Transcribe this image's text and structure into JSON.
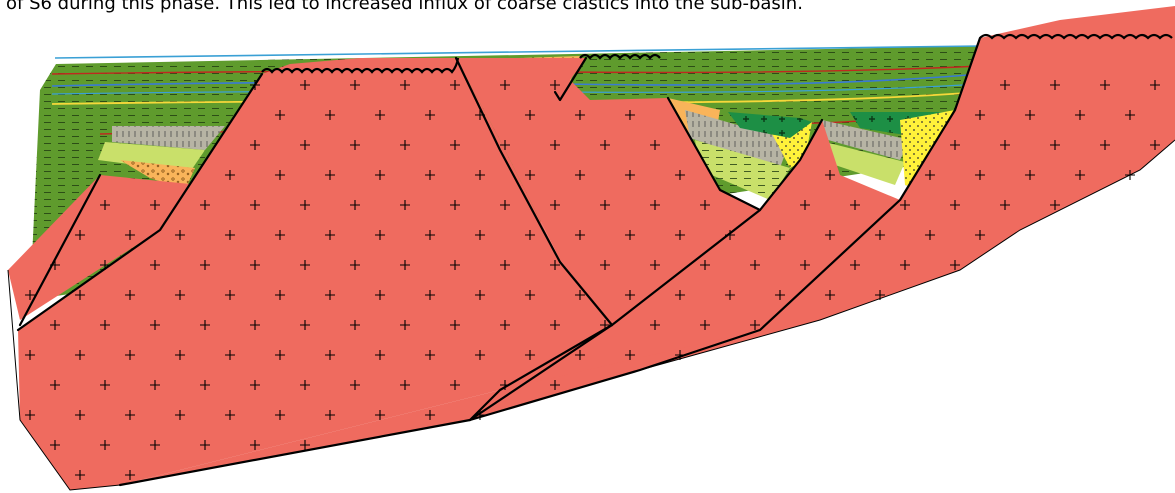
{
  "caption": "of S6 during this phase. This led to increased influx of coarse clastics into the sub-basin.",
  "colors": {
    "basement": "#ef6b5f",
    "mudstone_green": "#5f9b2d",
    "yellow_sand": "#fff23a",
    "orange_conglomerate": "#f9b45a",
    "light_green": "#c9e06a",
    "grey_slate": "#b7b4a4",
    "dark_green_volcanic": "#1d8f45",
    "sea_line": "#3aa0d5",
    "red_surface": "#c0281f",
    "yellow_surface": "#f6d83a"
  },
  "icons": {
    "basement_symbol": "plus-cross",
    "unconformity_symbol": "wavy-line",
    "mud_symbol": "dash"
  }
}
